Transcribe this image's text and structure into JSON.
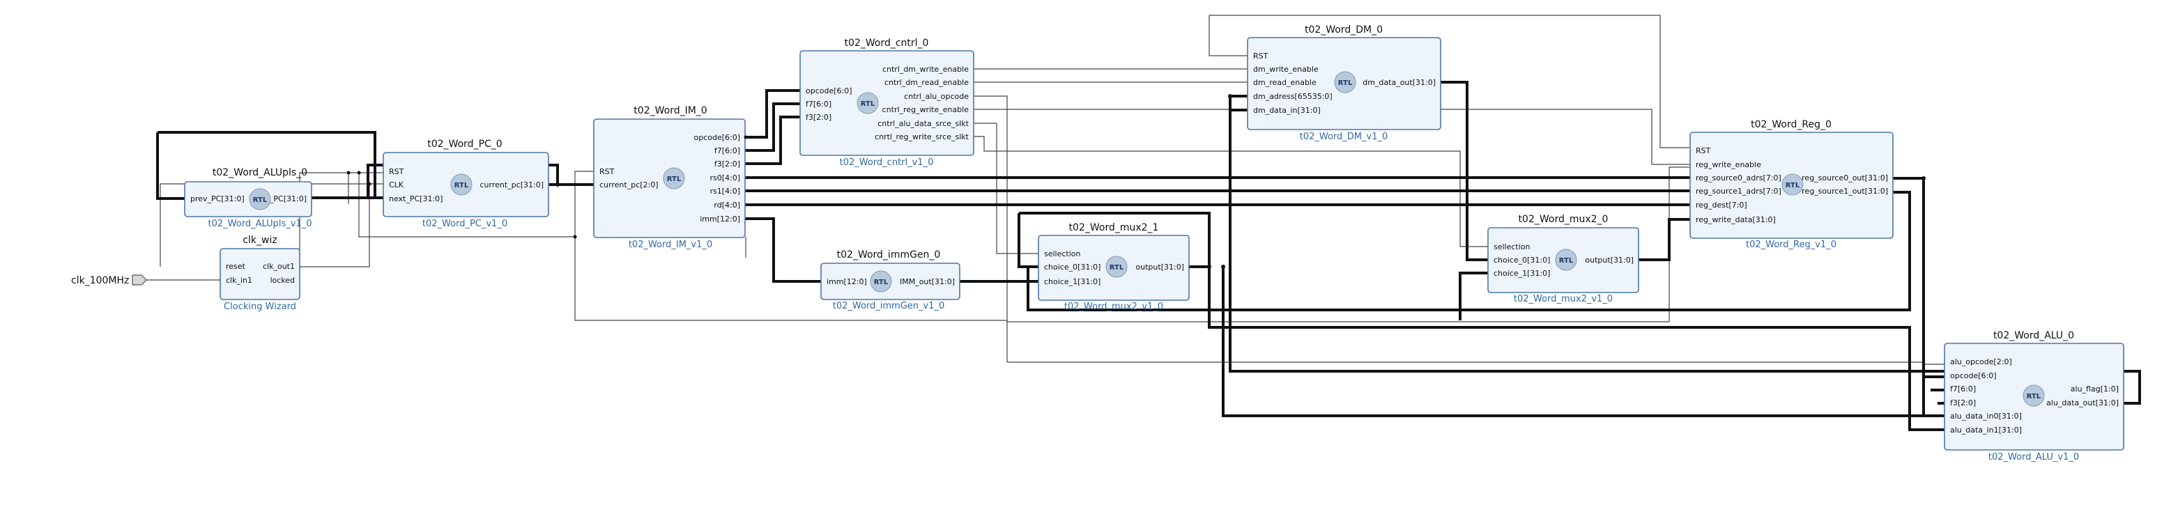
{
  "blocks": {
    "aluupls": {
      "instance": "t02_Word_ALUpls_0",
      "module": "t02_Word_ALUpls_v1_0",
      "in": [
        "prev_PC[31:0]"
      ],
      "out": [
        "next_PC[31:0]"
      ]
    },
    "pc": {
      "instance": "t02_Word_PC_0",
      "module": "t02_Word_PC_v1_0",
      "in": [
        "RST",
        "CLK",
        "next_PC[31:0]"
      ],
      "out": [
        "current_pc[31:0]"
      ]
    },
    "clkwiz": {
      "instance": "clk_wiz",
      "module": "Clocking Wizard",
      "in": [
        "reset",
        "clk_in1"
      ],
      "out": [
        "clk_out1",
        "locked"
      ]
    },
    "im": {
      "instance": "t02_Word_IM_0",
      "module": "t02_Word_IM_v1_0",
      "in": [
        "RST",
        "current_pc[2:0]"
      ],
      "out": [
        "opcode[6:0]",
        "f7[6:0]",
        "f3[2:0]",
        "rs0[4:0]",
        "rs1[4:0]",
        "rd[4:0]",
        "imm[12:0]"
      ]
    },
    "cntrl": {
      "instance": "t02_Word_cntrl_0",
      "module": "t02_Word_cntrl_v1_0",
      "in": [
        "opcode[6:0]",
        "f7[6:0]",
        "f3[2:0]"
      ],
      "out": [
        "cntrl_dm_write_enable",
        "cntrl_dm_read_enable",
        "cntrl_alu_opcode",
        "cntrl_reg_write_enable",
        "cntrl_alu_data_srce_slkt",
        "cnrtl_reg_write_srce_slkt"
      ]
    },
    "immgen": {
      "instance": "t02_Word_immGen_0",
      "module": "t02_Word_immGen_v1_0",
      "in": [
        "imm[12:0]"
      ],
      "out": [
        "IMM_out[31:0]"
      ]
    },
    "mux1": {
      "instance": "t02_Word_mux2_1",
      "module": "t02_Word_mux2_v1_0",
      "in": [
        "sellection",
        "choice_0[31:0]",
        "choice_1[31:0]"
      ],
      "out": [
        "output[31:0]"
      ]
    },
    "dm": {
      "instance": "t02_Word_DM_0",
      "module": "t02_Word_DM_v1_0",
      "in": [
        "RST",
        "dm_write_enable",
        "dm_read_enable",
        "dm_adress[65535:0]",
        "dm_data_in[31:0]"
      ],
      "out": [
        "dm_data_out[31:0]"
      ]
    },
    "mux0": {
      "instance": "t02_Word_mux2_0",
      "module": "t02_Word_mux2_v1_0",
      "in": [
        "sellection",
        "choice_0[31:0]",
        "choice_1[31:0]"
      ],
      "out": [
        "output[31:0]"
      ]
    },
    "reg": {
      "instance": "t02_Word_Reg_0",
      "module": "t02_Word_Reg_v1_0",
      "in": [
        "RST",
        "reg_write_enable",
        "reg_source0_adrs[7:0]",
        "reg_source1_adrs[7:0]",
        "reg_dest[7:0]",
        "reg_write_data[31:0]"
      ],
      "out": [
        "reg_source0_out[31:0]",
        "reg_source1_out[31:0]"
      ]
    },
    "alu": {
      "instance": "t02_Word_ALU_0",
      "module": "t02_Word_ALU_v1_0",
      "in": [
        "alu_opcode[2:0]",
        "opcode[6:0]",
        "f7[6:0]",
        "f3[2:0]",
        "alu_data_in0[31:0]",
        "alu_data_in1[31:0]"
      ],
      "out": [
        "alu_flag[1:0]",
        "alu_data_out[31:0]"
      ]
    }
  },
  "external_port": {
    "name": "clk_100MHz"
  },
  "rtl_badge": "RTL",
  "colors": {
    "block_fill": "#eef4fb",
    "block_border": "#4a76a8",
    "module_text": "#2f6aa6",
    "wire": "#111111"
  }
}
